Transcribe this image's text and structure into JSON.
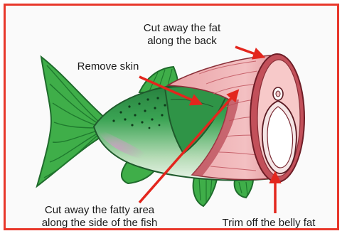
{
  "labels": {
    "back_fat_line1": "Cut away the fat",
    "back_fat_line2": "along the back",
    "remove_skin": "Remove skin",
    "side_fat_line1": "Cut away the fatty area",
    "side_fat_line2": "along the side of the fish",
    "belly_fat": "Trim off the belly fat"
  },
  "colors": {
    "frame_border": "#e8372b",
    "arrow": "#e3261d",
    "fin_green": "#3fae49",
    "fin_stripe": "#1f7a2e",
    "skin_dark": "#1e7a3a",
    "flesh_pink": "#f2b8b8",
    "flesh_dark": "#c2505a",
    "cut_face": "#f7c9c9"
  },
  "icons": {
    "fish": "fish-cutaway-illustration",
    "arrow": "red-pointer-arrow"
  }
}
